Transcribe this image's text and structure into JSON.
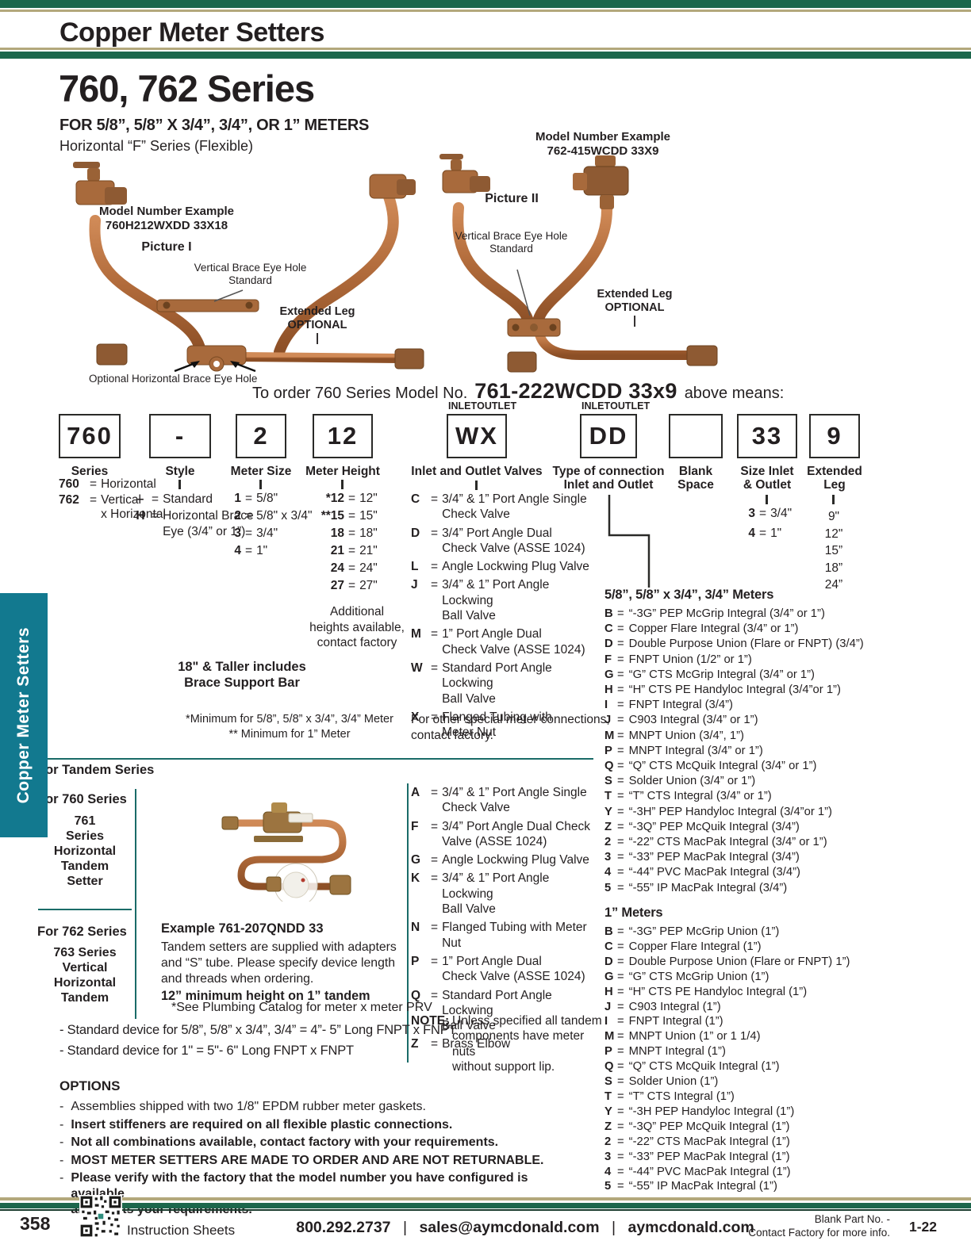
{
  "symbols": {
    "eq": "=",
    "dash": "-"
  },
  "header": {
    "page_title": "Copper Meter Setters"
  },
  "sidebar": {
    "label": "Copper Meter Setters"
  },
  "title_block": {
    "series": "760, 762 Series",
    "subtitle": "FOR 5/8”, 5/8” X 3/4”, 3/4”, OR 1” METERS",
    "series_type": "Horizontal “F” Series (Flexible)"
  },
  "picture1": {
    "model_label": "Model Number Example",
    "model_number": "760H212WXDD 33X18",
    "caption": "Picture I",
    "vertical_brace": "Vertical Brace Eye Hole\nStandard",
    "extended_leg": "Extended Leg\nOPTIONAL\n|",
    "optional_brace": "Optional Horizontal Brace Eye Hole"
  },
  "picture2": {
    "model_label": "Model Number Example",
    "model_number": "762-415WCDD 33X9",
    "caption": "Picture II",
    "vertical_brace": "Vertical Brace Eye Hole\nStandard",
    "extended_leg": "Extended Leg\nOPTIONAL\n|"
  },
  "order_line": {
    "prefix": "To order 760 Series Model No.",
    "model": "761-222WCDD 33x9",
    "suffix": "above means:"
  },
  "boxes": [
    {
      "code": "760",
      "label": "Series"
    },
    {
      "code": "-",
      "label": "Style"
    },
    {
      "code": "2",
      "label": "Meter Size"
    },
    {
      "code": "12",
      "label": "Meter Height"
    },
    {
      "code": "WX",
      "label": "Inlet and Outlet Valves",
      "top_left": "INLET",
      "top_right": "OUTLET"
    },
    {
      "code": "DD",
      "label": "Type of connection\nInlet and Outlet",
      "top_left": "INLET",
      "top_right": "OUTLET"
    },
    {
      "code": "",
      "label": "Blank\nSpace"
    },
    {
      "code": "33",
      "label": "Size Inlet\n& Outlet"
    },
    {
      "code": "9",
      "label": "Extended\nLeg"
    }
  ],
  "series_column": {
    "items": [
      {
        "c": "760",
        "d": "Horizontal"
      },
      {
        "c": "762",
        "d": "Vertical\nx Horizontal"
      }
    ]
  },
  "style_column": {
    "items": [
      {
        "c": "–",
        "d": "Standard"
      },
      {
        "c": "H",
        "d": "Horizontal Brace\nEye (3/4” or 1”)"
      }
    ]
  },
  "meter_size_column": {
    "items": [
      {
        "c": "1",
        "d": "5/8\""
      },
      {
        "c": "2",
        "d": "5/8\" x 3/4\""
      },
      {
        "c": "3",
        "d": "3/4\""
      },
      {
        "c": "4",
        "d": "1\""
      }
    ]
  },
  "meter_height_column": {
    "items": [
      {
        "c": "*12",
        "d": "12\""
      },
      {
        "c": "**15",
        "d": "15\""
      },
      {
        "c": "18",
        "d": "18\""
      },
      {
        "c": "21",
        "d": "21\""
      },
      {
        "c": "24",
        "d": "24\""
      },
      {
        "c": "27",
        "d": "27\""
      }
    ],
    "additional_note": "Additional\nheights available,\ncontact factory"
  },
  "height_notes": {
    "brace": "18\" & Taller includes\nBrace Support Bar",
    "minimums": "*Minimum for 5/8”, 5/8” x 3/4”, 3/4” Meter\n** Minimum for 1” Meter"
  },
  "valves_column": {
    "items": [
      {
        "c": "C",
        "d": "3/4” & 1” Port Angle Single\nCheck Valve"
      },
      {
        "c": "D",
        "d": "3/4” Port Angle Dual\nCheck Valve (ASSE 1024)"
      },
      {
        "c": "L",
        "d": "Angle Lockwing Plug Valve"
      },
      {
        "c": "J",
        "d": "3/4” & 1” Port Angle Lockwing\nBall Valve"
      },
      {
        "c": "M",
        "d": "1” Port Angle Dual\nCheck Valve (ASSE 1024)"
      },
      {
        "c": "W",
        "d": "Standard Port Angle Lockwing\nBall Valve"
      },
      {
        "c": "X",
        "d": "Flanged Tubing with\nMeter Nut"
      }
    ],
    "footer": "For other special meter connections,\ncontact factory."
  },
  "size_column": {
    "items": [
      {
        "c": "3",
        "d": "3/4\""
      },
      {
        "c": "4",
        "d": "1\""
      }
    ]
  },
  "extended_leg_column": {
    "values": [
      "9\"",
      "12\"",
      "15”",
      "18”",
      "24”"
    ]
  },
  "meters_small": {
    "heading": "5/8”, 5/8” x 3/4”, 3/4” Meters",
    "items": [
      {
        "c": "B",
        "d": "“-3G” PEP McGrip Integral (3/4” or 1”)"
      },
      {
        "c": "C",
        "d": "Copper Flare Integral (3/4” or 1”)"
      },
      {
        "c": "D",
        "d": "Double Purpose Union (Flare or FNPT) (3/4”)"
      },
      {
        "c": "F",
        "d": "FNPT Union (1/2” or 1”)"
      },
      {
        "c": "G",
        "d": "“G” CTS McGrip Integral (3/4” or 1”)"
      },
      {
        "c": "H",
        "d": "“H” CTS PE Handyloc Integral (3/4”or 1”)"
      },
      {
        "c": "I",
        "d": "FNPT Integral (3/4”)"
      },
      {
        "c": "J",
        "d": "C903 Integral (3/4” or 1”)"
      },
      {
        "c": "M",
        "d": "MNPT Union (3/4”, 1”)"
      },
      {
        "c": "P",
        "d": "MNPT Integral (3/4” or 1”)"
      },
      {
        "c": "Q",
        "d": "“Q” CTS McQuik Integral (3/4” or 1”)"
      },
      {
        "c": "S",
        "d": "Solder Union (3/4” or 1”)"
      },
      {
        "c": "T",
        "d": "“T” CTS Integral (3/4” or 1”)"
      },
      {
        "c": "Y",
        "d": "“-3H” PEP Handyloc Integral (3/4”or 1”)"
      },
      {
        "c": "Z",
        "d": "“-3Q” PEP McQuik Integral (3/4”)"
      },
      {
        "c": "2",
        "d": "“-22” CTS MacPak Integral (3/4” or 1”)"
      },
      {
        "c": "3",
        "d": "“-33” PEP MacPak Integral (3/4”)"
      },
      {
        "c": "4",
        "d": "“-44” PVC MacPak Integral (3/4”)"
      },
      {
        "c": "5",
        "d": "“-55” IP MacPak Integral (3/4”)"
      }
    ]
  },
  "meters_one_inch": {
    "heading": "1” Meters",
    "items": [
      {
        "c": "B",
        "d": "“-3G” PEP McGrip Union (1”)"
      },
      {
        "c": "C",
        "d": "Copper Flare Integral (1”)"
      },
      {
        "c": "D",
        "d": "Double Purpose Union (Flare or FNPT) 1”)"
      },
      {
        "c": "G",
        "d": "“G” CTS McGrip Union (1”)"
      },
      {
        "c": "H",
        "d": "“H” CTS PE Handyloc Integral  (1”)"
      },
      {
        "c": "J",
        "d": "C903 Integral (1”)"
      },
      {
        "c": "I",
        "d": "FNPT Integral (1”)"
      },
      {
        "c": "M",
        "d": "MNPT Union (1” or 1 1/4)"
      },
      {
        "c": "P",
        "d": "MNPT Integral (1”)"
      },
      {
        "c": "Q",
        "d": "“Q” CTS McQuik Integral (1”)"
      },
      {
        "c": "S",
        "d": "Solder Union (1”)"
      },
      {
        "c": "T",
        "d": "“T” CTS Integral (1”)"
      },
      {
        "c": "Y",
        "d": "“-3H PEP Handyloc Integral  (1”)"
      },
      {
        "c": "Z",
        "d": "“-3Q” PEP McQuik Integral (1”)"
      },
      {
        "c": "2",
        "d": "“-22” CTS MacPak Integral (1”)"
      },
      {
        "c": "3",
        "d": "“-33” PEP MacPak Integral (1”)"
      },
      {
        "c": "4",
        "d": "“-44” PVC MacPak Integral (1”)"
      },
      {
        "c": "5",
        "d": "“-55” IP MacPak Integral (1”)"
      }
    ]
  },
  "tandem": {
    "section_label": "For Tandem Series",
    "group1_title": "For 760 Series",
    "group1_sub": "761\nSeries\nHorizontal\nTandem\nSetter",
    "group2_title": "For 762 Series",
    "group2_sub": "763 Series\nVertical\nHorizontal\nTandem",
    "example_title": "Example 761-207QNDD 33",
    "example_body": "Tandem setters are supplied with adapters\nand “S” tube. Please specify device length\nand threads when ordering.",
    "min_height": "12” minimum height on 1” tandem",
    "prv_note": "*See Plumbing Catalog for meter x meter PRV",
    "device1": "- Standard device for 5/8”, 5/8” x 3/4”, 3/4” = 4”- 5” Long FNPT x FNPT",
    "device2": "- Standard device for 1\" = 5\"- 6\" Long FNPT x FNPT"
  },
  "tandem_valves": {
    "items": [
      {
        "c": "A",
        "d": "3/4” & 1” Port Angle Single\nCheck Valve"
      },
      {
        "c": "F",
        "d": "3/4” Port Angle Dual Check\nValve (ASSE 1024)"
      },
      {
        "c": "G",
        "d": "Angle Lockwing Plug Valve"
      },
      {
        "c": "K",
        "d": "3/4” & 1” Port Angle Lockwing\nBall Valve"
      },
      {
        "c": "N",
        "d": "Flanged Tubing with Meter Nut"
      },
      {
        "c": "P",
        "d": "1” Port Angle Dual\nCheck Valve (ASSE 1024)"
      },
      {
        "c": "Q",
        "d": "Standard Port Angle Lockwing\nBall Valve"
      },
      {
        "c": "Z",
        "d": "Brass Elbow"
      }
    ],
    "note_label": "NOTE:",
    "note_text": "Unless specified all tandem\ncomponents have meter nuts\nwithout support lip."
  },
  "options": {
    "heading": "OPTIONS",
    "items": [
      {
        "text": "Assemblies shipped with two 1/8\" EPDM rubber meter gaskets.",
        "cls": ""
      },
      {
        "text": "Insert stiffeners are required on all flexible plastic connections.",
        "cls": "b"
      },
      {
        "text": "Not all combinations available, contact factory with your requirements.",
        "cls": "b"
      },
      {
        "text": "MOST METER SETTERS ARE MADE TO ORDER AND ARE NOT RETURNABLE.",
        "cls": "b"
      },
      {
        "text": "Please verify with the factory that the model number you have configured is available\nand meets your requirements.",
        "cls": "b"
      }
    ]
  },
  "footer": {
    "page_number": "358",
    "qr_label": "Instruction Sheets",
    "phone": "800.292.2737",
    "separator": "|",
    "email": "sales@aymcdonald.com",
    "website": "aymcdonald.com",
    "blank_part_note": "Blank Part No. -\nContact Factory for more info.",
    "edition": "1-22"
  }
}
